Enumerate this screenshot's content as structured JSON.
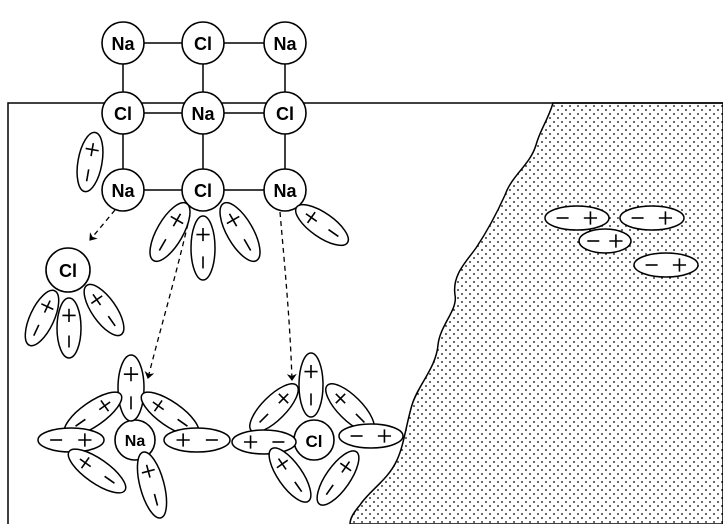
{
  "lattice": {
    "rows": [
      [
        "Na",
        "Cl",
        "Na"
      ],
      [
        "Cl",
        "Na",
        "Cl"
      ],
      [
        "Na",
        "Cl",
        "Na"
      ]
    ]
  },
  "hydrated_ions": {
    "cl_detached": "Cl",
    "na_hydrated": "Na",
    "cl_hydrated": "Cl"
  },
  "colors": {
    "line": "#000000",
    "background": "#ffffff",
    "water_region_dots": "#000000"
  }
}
